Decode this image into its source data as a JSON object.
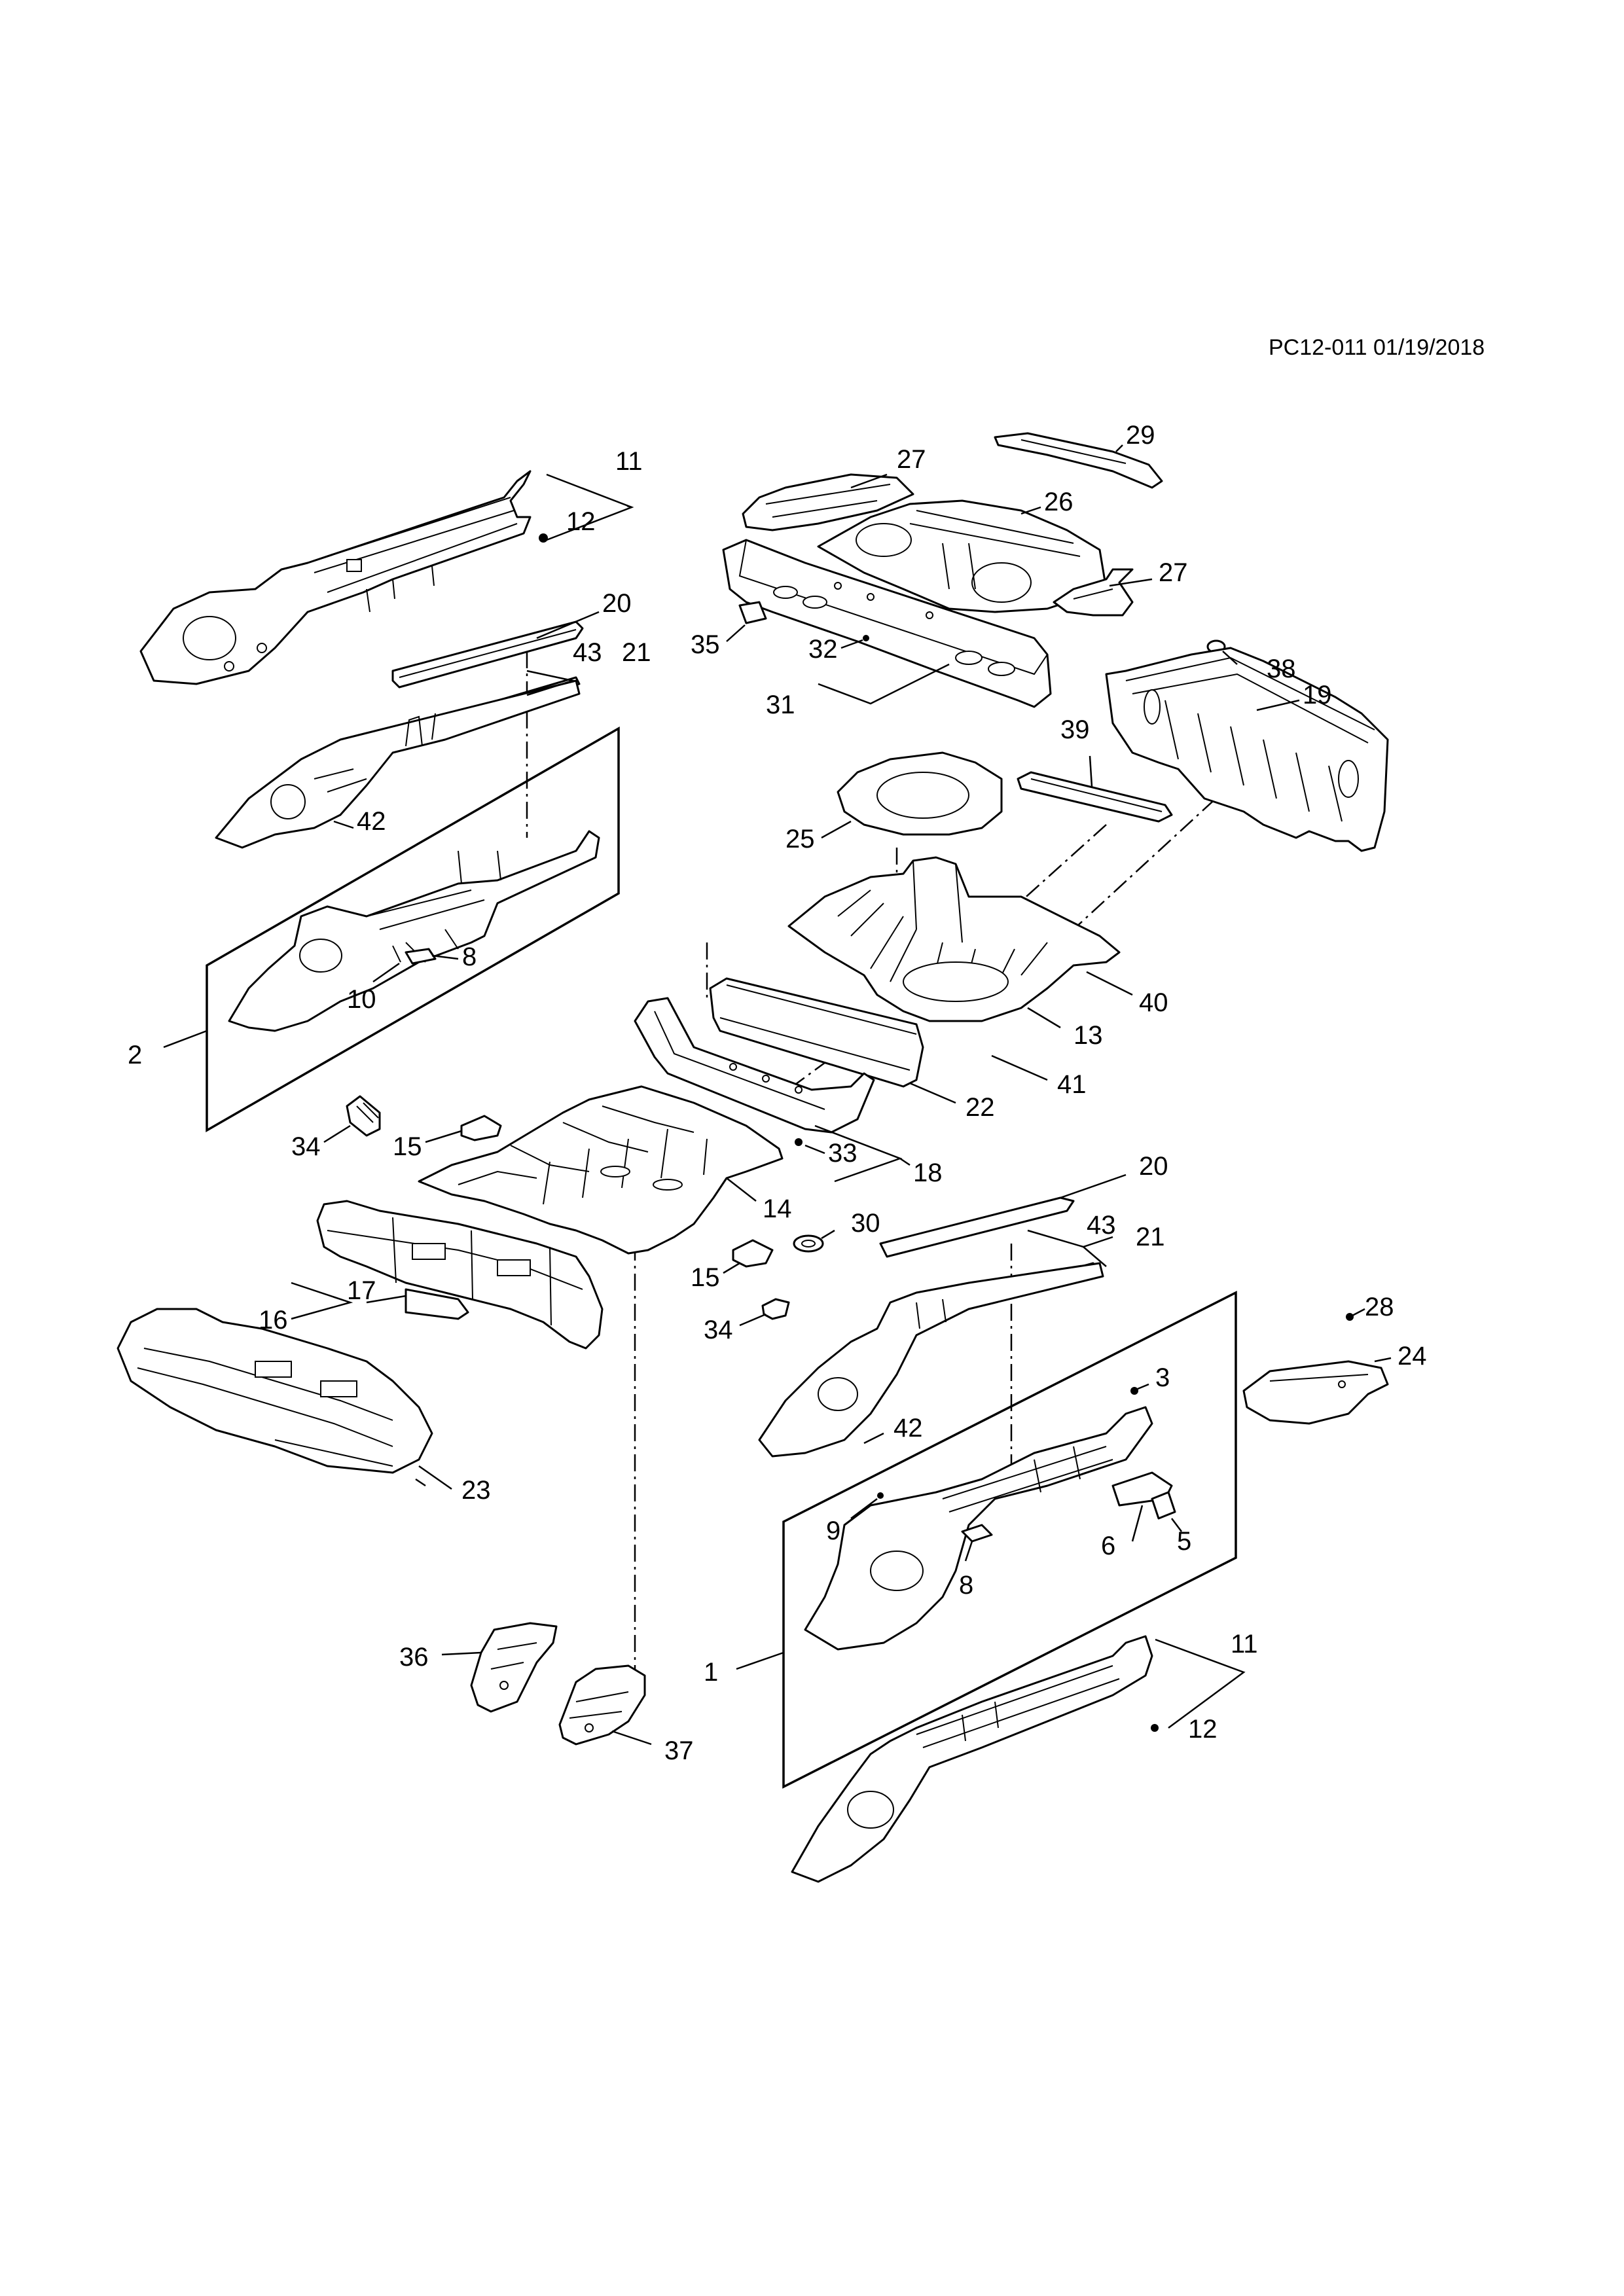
{
  "document_id": "PC12-011 01/19/2018",
  "callouts": {
    "c1": "1",
    "c2": "2",
    "c3": "3",
    "c5": "5",
    "c6": "6",
    "c8a": "8",
    "c8b": "8",
    "c9": "9",
    "c10": "10",
    "c11a": "11",
    "c11b": "11",
    "c12a": "12",
    "c12b": "12",
    "c13": "13",
    "c14": "14",
    "c15a": "15",
    "c15b": "15",
    "c16": "16",
    "c17": "17",
    "c18": "18",
    "c19": "19",
    "c20a": "20",
    "c20b": "20",
    "c21a": "21",
    "c21b": "21",
    "c22": "22",
    "c23": "23",
    "c24": "24",
    "c25": "25",
    "c26": "26",
    "c27a": "27",
    "c27b": "27",
    "c28": "28",
    "c29": "29",
    "c30": "30",
    "c31": "31",
    "c32": "32",
    "c33": "33",
    "c34a": "34",
    "c34b": "34",
    "c35": "35",
    "c36": "36",
    "c37": "37",
    "c38": "38",
    "c39": "39",
    "c40": "40",
    "c41": "41",
    "c42a": "42",
    "c42b": "42",
    "c43a": "43",
    "c43b": "43"
  }
}
